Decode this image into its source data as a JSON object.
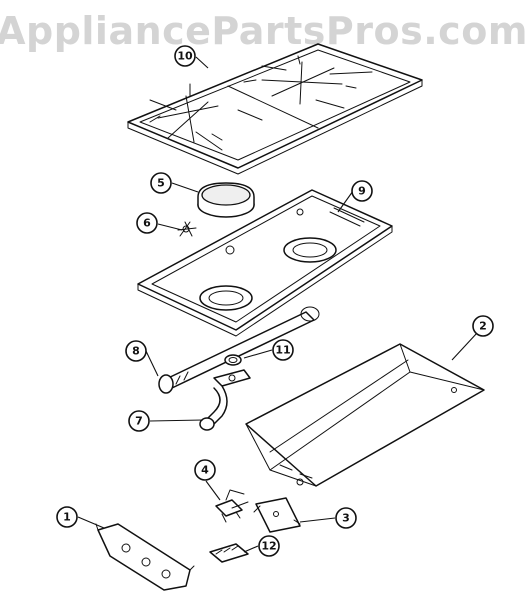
{
  "watermark": "AppliancePartsPros.com",
  "callouts": [
    {
      "id": "1",
      "label": "1"
    },
    {
      "id": "2",
      "label": "2"
    },
    {
      "id": "3",
      "label": "3"
    },
    {
      "id": "4",
      "label": "4"
    },
    {
      "id": "5",
      "label": "5"
    },
    {
      "id": "6",
      "label": "6"
    },
    {
      "id": "7",
      "label": "7"
    },
    {
      "id": "8",
      "label": "8"
    },
    {
      "id": "9",
      "label": "9"
    },
    {
      "id": "10",
      "label": "10"
    },
    {
      "id": "11",
      "label": "11"
    },
    {
      "id": "12",
      "label": "12"
    }
  ]
}
